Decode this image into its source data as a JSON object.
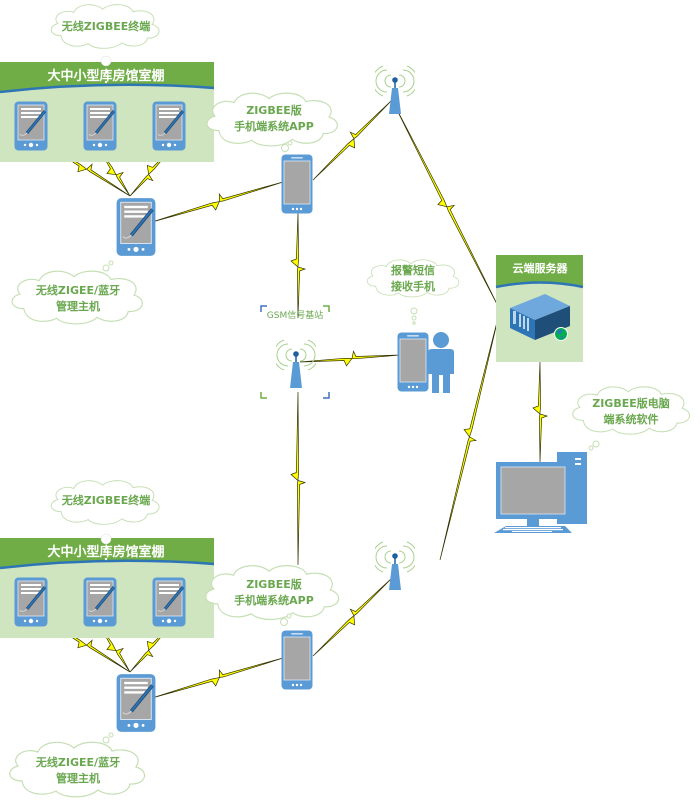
{
  "colors": {
    "banner_green": "#70ad47",
    "panel_green": "#cfe5c0",
    "device_blue": "#5b9bd5",
    "screen_gray": "#a6a6a6",
    "bolt_yellow": "#ffff00",
    "cloud_text": "#6aa84f",
    "cloud_stroke": "#c5dfb4",
    "signal_green": "#a9d18e"
  },
  "groups": [
    {
      "id": "top",
      "terminal_cloud": "无线ZIGBEE终端",
      "banner_title": "大中小型库房馆室棚",
      "terminals": [
        "terminal-1",
        "terminal-2",
        "terminal-3"
      ],
      "app_cloud": [
        "ZIGBEE版",
        "手机端系统APP"
      ],
      "host_cloud": [
        "无线ZIGEE/蓝牙",
        "管理主机"
      ]
    },
    {
      "id": "bottom",
      "terminal_cloud": "无线ZIGBEE终端",
      "banner_title": "大中小型库房馆室棚",
      "terminals": [
        "terminal-1",
        "terminal-2",
        "terminal-3"
      ],
      "app_cloud": [
        "ZIGBEE版",
        "手机端系统APP"
      ],
      "host_cloud": [
        "无线ZIGEE/蓝牙",
        "管理主机"
      ]
    }
  ],
  "gsm_station": {
    "label": "GSM信号基站"
  },
  "alarm_phone": {
    "cloud": [
      "报警短信",
      "接收手机"
    ]
  },
  "cloud_server": {
    "title": "云端服务器"
  },
  "pc_client": {
    "cloud": [
      "ZIGBEE版电脑",
      "端系统软件"
    ]
  }
}
